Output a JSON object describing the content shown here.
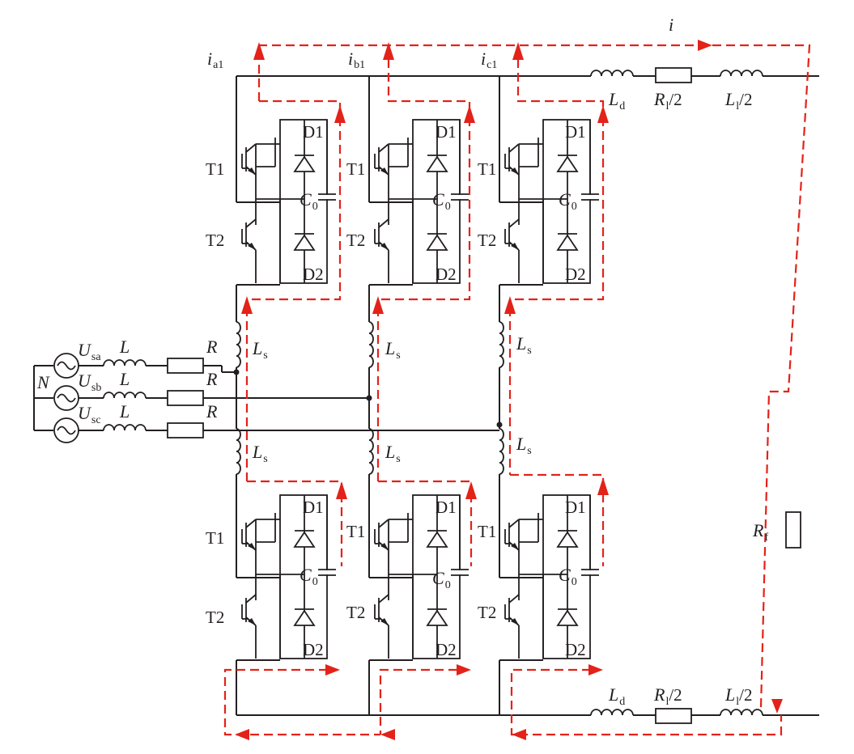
{
  "colors": {
    "wire": "#231f20",
    "current_path": "#e32219",
    "background": "#ffffff"
  },
  "labels": {
    "i": {
      "main": "i",
      "sub": ""
    },
    "ia1": {
      "main": "i",
      "sub": "a1"
    },
    "ib1": {
      "main": "i",
      "sub": "b1"
    },
    "ic1": {
      "main": "i",
      "sub": "c1"
    },
    "N": "N",
    "Usa": {
      "main": "U",
      "sub": "sa"
    },
    "Usb": {
      "main": "U",
      "sub": "sb"
    },
    "Usc": {
      "main": "U",
      "sub": "sc"
    },
    "L": "L",
    "R": "R",
    "Ls": {
      "main": "L",
      "sub": "s"
    },
    "Ld": {
      "main": "L",
      "sub": "d"
    },
    "Rl2": {
      "main": "R",
      "sub": "l",
      "tail": "/2"
    },
    "Ll2": {
      "main": "L",
      "sub": "l",
      "tail": "/2"
    },
    "Rf": {
      "main": "R",
      "sub": "f"
    },
    "T1": "T1",
    "T2": "T2",
    "D1": "D1",
    "D2": "D2",
    "C0": {
      "main": "C",
      "sub": "0"
    }
  }
}
